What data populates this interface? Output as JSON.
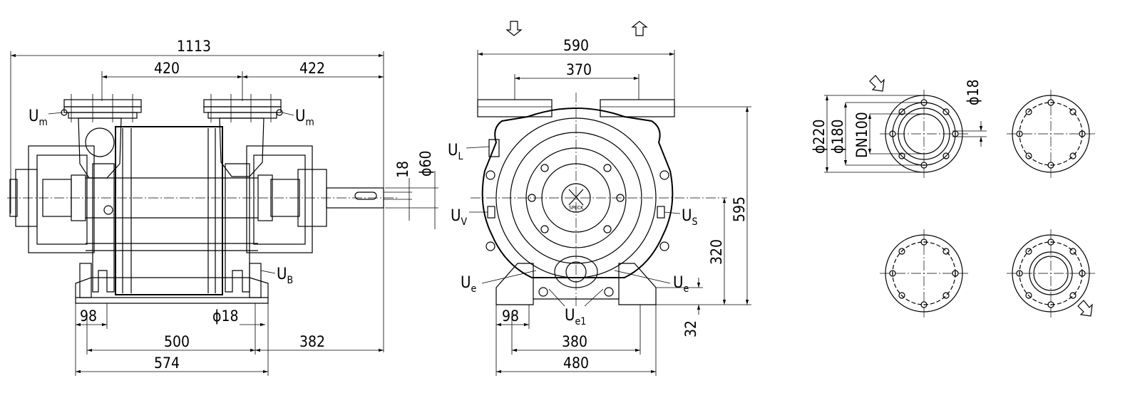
{
  "side_view": {
    "overall_length": "1113",
    "flange_offset_left": "420",
    "flange_offset_right": "422",
    "shaft_key_width": "18",
    "shaft_diameter": "ϕ60",
    "foot_width": "98",
    "foot_hole": "ϕ18",
    "base_span": "500",
    "shaft_end_length": "382",
    "foot_to_flange": "574",
    "label_um_left": "U",
    "label_um_left_sub": "m",
    "label_um_right": "U",
    "label_um_right_sub": "m",
    "label_ub": "U",
    "label_ub_sub": "B"
  },
  "end_view": {
    "overall_width": "590",
    "flange_spacing": "370",
    "overall_height": "595",
    "shaft_height": "320",
    "foot_height": "32",
    "foot_width": "98",
    "hole_spacing": "380",
    "base_width": "480",
    "label_ul": "U",
    "label_ul_sub": "L",
    "label_uv": "U",
    "label_uv_sub": "V",
    "label_us": "U",
    "label_us_sub": "S",
    "label_ue_left": "U",
    "label_ue_left_sub": "e",
    "label_ue_right": "U",
    "label_ue_right_sub": "e",
    "label_ue1": "U",
    "label_ue1_sub": "e1",
    "logo_text": "SPECK"
  },
  "flange_detail": {
    "outer_diameter": "ϕ220",
    "bolt_circle": "ϕ180",
    "nominal_size": "DN100",
    "bolt_hole": "ϕ18"
  }
}
